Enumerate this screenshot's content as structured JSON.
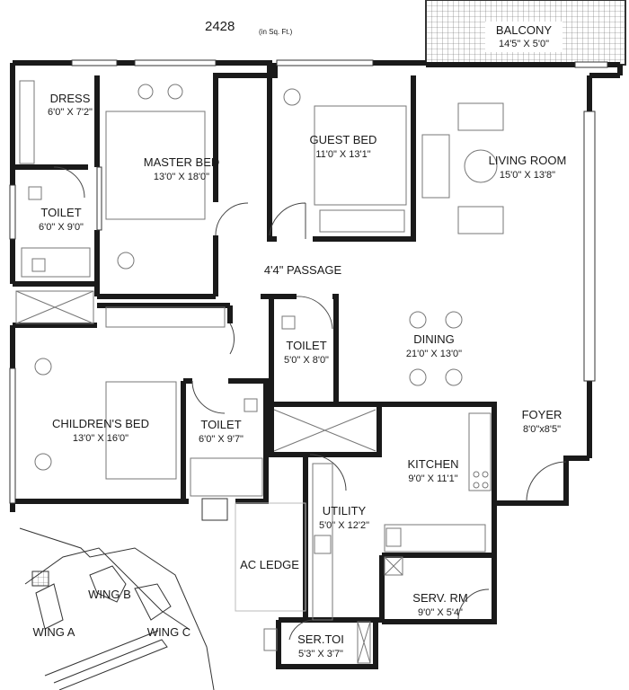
{
  "header": {
    "area_value": "2428",
    "area_unit": "(in Sq. Ft.)"
  },
  "rooms": {
    "balcony": {
      "name": "BALCONY",
      "size": "14'5\" X 5'0\""
    },
    "dress": {
      "name": "DRESS",
      "size": "6'0\" X 7'2\""
    },
    "master_bed": {
      "name": "MASTER BED",
      "size": "13'0\" X 18'0\""
    },
    "guest_bed": {
      "name": "GUEST BED",
      "size": "11'0\" X 13'1\""
    },
    "living_room": {
      "name": "LIVING ROOM",
      "size": "15'0\" X 13'8\""
    },
    "toilet_master": {
      "name": "TOILET",
      "size": "6'0\" X 9'0\""
    },
    "passage": {
      "name": "4'4\" PASSAGE"
    },
    "toilet_common": {
      "name": "TOILET",
      "size": "5'0\" X 8'0\""
    },
    "dining": {
      "name": "DINING",
      "size": "21'0\" X 13'0\""
    },
    "childrens_bed": {
      "name": "CHILDREN'S BED",
      "size": "13'0\" X 16'0\""
    },
    "toilet_children": {
      "name": "TOILET",
      "size": "6'0\" X 9'7\""
    },
    "foyer": {
      "name": "FOYER",
      "size": "8'0\"x8'5\""
    },
    "kitchen": {
      "name": "KITCHEN",
      "size": "9'0\" X 11'1\""
    },
    "utility": {
      "name": "UTILITY",
      "size": "5'0\" X 12'2\""
    },
    "ac_ledge": {
      "name": "AC LEDGE"
    },
    "serv_rm": {
      "name": "SERV. RM",
      "size": "9'0\" X 5'4\""
    },
    "ser_toi": {
      "name": "SER.TOI",
      "size": "5'3\" X 3'7\""
    }
  },
  "key_plan": {
    "wing_a": "WING A",
    "wing_b": "WING B",
    "wing_c": "WING C"
  }
}
